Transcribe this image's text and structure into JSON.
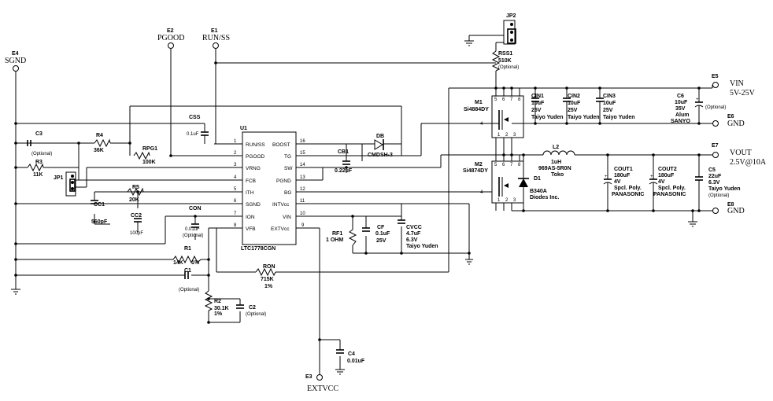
{
  "terminals": {
    "e4": {
      "ref": "E4",
      "name": "SGND"
    },
    "e2": {
      "ref": "E2",
      "name": "PGOOD"
    },
    "e1": {
      "ref": "E1",
      "name": "RUN/SS"
    },
    "e5": {
      "ref": "E5",
      "name": "VIN",
      "sub": "5V-25V"
    },
    "e6": {
      "ref": "E6",
      "name": "GND"
    },
    "e7": {
      "ref": "E7",
      "name": "VOUT",
      "sub": "2.5V@10A"
    },
    "e8": {
      "ref": "E8",
      "name": "GND"
    },
    "e3": {
      "ref": "E3",
      "name": "EXTVCC"
    }
  },
  "ic": {
    "ref": "U1",
    "part": "LTC1778CGN",
    "left_pins": [
      {
        "num": "1",
        "name": "RUN/SS"
      },
      {
        "num": "2",
        "name": "PGOOD"
      },
      {
        "num": "3",
        "name": "VRNG"
      },
      {
        "num": "4",
        "name": "FCB"
      },
      {
        "num": "5",
        "name": "ITH"
      },
      {
        "num": "6",
        "name": "SGND"
      },
      {
        "num": "7",
        "name": "ION"
      },
      {
        "num": "8",
        "name": "VFB"
      }
    ],
    "right_pins": [
      {
        "num": "16",
        "name": "BOOST"
      },
      {
        "num": "15",
        "name": "TG"
      },
      {
        "num": "14",
        "name": "SW"
      },
      {
        "num": "13",
        "name": "PGND"
      },
      {
        "num": "12",
        "name": "BG"
      },
      {
        "num": "11",
        "name": "INTVcc"
      },
      {
        "num": "10",
        "name": "VIN"
      },
      {
        "num": "9",
        "name": "EXTVcc"
      }
    ]
  },
  "components": {
    "c3": {
      "ref": "C3",
      "value": "(Optional)"
    },
    "r4": {
      "ref": "R4",
      "value": "36K"
    },
    "r3": {
      "ref": "R3",
      "value": "11K"
    },
    "jp1": {
      "ref": "JP1"
    },
    "rpg1": {
      "ref": "RPG1",
      "value": "100K"
    },
    "css": {
      "ref": "CSS",
      "value": "0.1uF"
    },
    "r5": {
      "ref": "R5",
      "value": "20K"
    },
    "cc1": {
      "ref": "CC1",
      "value": "560pF"
    },
    "cc2": {
      "ref": "CC2",
      "value": "100pF"
    },
    "con": {
      "ref": "CON",
      "value": "0.01uF",
      "note": "(Optional)"
    },
    "r1": {
      "ref": "R1",
      "value": "14K",
      "tol": "1%"
    },
    "c1": {
      "ref": "C1",
      "value": "(Optional)"
    },
    "r2": {
      "ref": "R2",
      "value": "30.1K",
      "tol": "1%"
    },
    "c2": {
      "ref": "C2",
      "value": "(Optional)"
    },
    "ron": {
      "ref": "RON",
      "value": "715K",
      "tol": "1%"
    },
    "db": {
      "ref": "DB",
      "value": "CMDSH-3"
    },
    "cb1": {
      "ref": "CB1",
      "value": "0.22uF"
    },
    "rf1": {
      "ref": "RF1",
      "value": "1 OHM"
    },
    "cf": {
      "ref": "CF",
      "value": "0.1uF",
      "volt": "25V"
    },
    "cvcc": {
      "ref": "CVCC",
      "value": "4.7uF",
      "volt": "6.3V",
      "maker": "Taiyo Yuden"
    },
    "c4": {
      "ref": "C4",
      "value": "0.01uF"
    },
    "jp2": {
      "ref": "JP2"
    },
    "rss1": {
      "ref": "RSS1",
      "value": "510K",
      "note": "(Optional)"
    },
    "m1": {
      "ref": "M1",
      "part": "Si4884DY"
    },
    "m2": {
      "ref": "M2",
      "part": "Si4874DY"
    },
    "cin1": {
      "ref": "CIN1",
      "value": "10uF",
      "volt": "25V",
      "maker": "Taiyo Yuden"
    },
    "cin2": {
      "ref": "CIN2",
      "value": "10uF",
      "volt": "25V",
      "maker": "Taiyo Yuden"
    },
    "cin3": {
      "ref": "CIN3",
      "value": "10uF",
      "volt": "25V",
      "maker": "Taiyo Yuden"
    },
    "c6": {
      "ref": "C6",
      "value": "10uF",
      "volt": "35V",
      "type": "Alum",
      "maker": "SANYO",
      "note": "(Optional)"
    },
    "l2": {
      "ref": "L2",
      "value": "1uH",
      "part": "969AS-5R0N",
      "maker": "Toko"
    },
    "d1": {
      "ref": "D1",
      "part": "B340A",
      "maker": "Diodes Inc."
    },
    "cout1": {
      "ref": "COUT1",
      "value": "180uF",
      "volt": "4V",
      "type": "Spcl. Poly.",
      "maker": "PANASONIC"
    },
    "cout2": {
      "ref": "COUT2",
      "value": "180uF",
      "volt": "4V",
      "type": "Spcl. Poly.",
      "maker": "PANASONIC"
    },
    "c5": {
      "ref": "C5",
      "value": "22uF",
      "volt": "6.3V",
      "maker": "Taiyo Yuden",
      "note": "(Optional)"
    }
  },
  "mosfet_pins": {
    "m1": {
      "drain": [
        "5",
        "6",
        "7",
        "8"
      ],
      "source": [
        "1",
        "2",
        "3"
      ],
      "gate": "4"
    },
    "m2": {
      "drain": [
        "5",
        "6",
        "7",
        "8"
      ],
      "source": [
        "1",
        "2",
        "3"
      ],
      "gate": "4"
    }
  }
}
